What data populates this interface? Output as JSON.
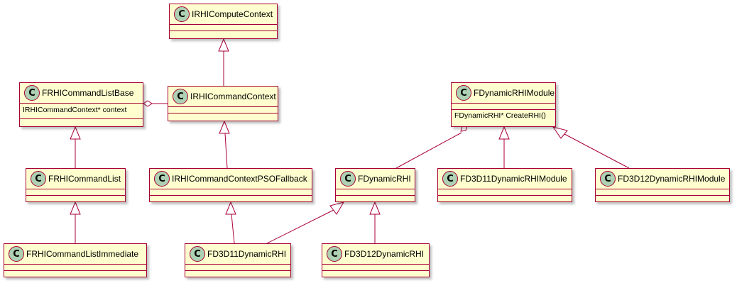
{
  "classes": {
    "irhi_compute_context": {
      "name": "IRHIComputeContext",
      "badge": "C"
    },
    "frhi_command_list_base": {
      "name": "FRHICommandListBase",
      "badge": "C",
      "field": "IRHICommandContext* context"
    },
    "irhi_command_context": {
      "name": "IRHICommandContext",
      "badge": "C"
    },
    "fdynamic_rhi_module": {
      "name": "FDynamicRHIModule",
      "badge": "C",
      "method": "FDynamicRHI* CreateRHI()"
    },
    "frhi_command_list": {
      "name": "FRHICommandList",
      "badge": "C"
    },
    "irhi_command_context_pso_fallback": {
      "name": "IRHICommandContextPSOFallback",
      "badge": "C"
    },
    "fdynamic_rhi": {
      "name": "FDynamicRHI",
      "badge": "C"
    },
    "fd3d11_dynamic_rhi_module": {
      "name": "FD3D11DynamicRHIModule",
      "badge": "C"
    },
    "fd3d12_dynamic_rhi_module": {
      "name": "FD3D12DynamicRHIModule",
      "badge": "C"
    },
    "frhi_command_list_immediate": {
      "name": "FRHICommandListImmediate",
      "badge": "C"
    },
    "fd3d11_dynamic_rhi": {
      "name": "FD3D11DynamicRHI",
      "badge": "C"
    },
    "fd3d12_dynamic_rhi": {
      "name": "FD3D12DynamicRHI",
      "badge": "C"
    }
  },
  "colors": {
    "box_fill": "#FEFECE",
    "border": "#A80036",
    "badge_fill": "#ADD1B2"
  }
}
